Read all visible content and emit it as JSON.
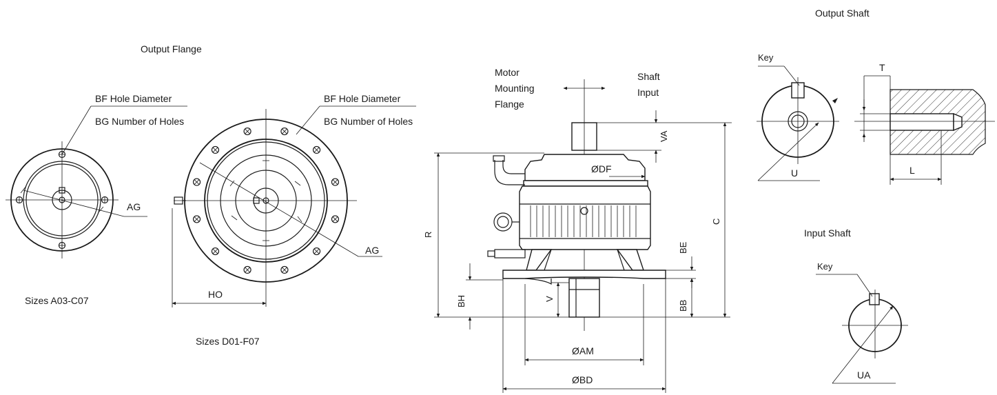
{
  "titles": {
    "output_flange": "Output Flange",
    "output_shaft": "Output Shaft",
    "input_shaft": "Input Shaft"
  },
  "small_flange": {
    "hole_diameter": "BF Hole Diameter",
    "number_of_holes": "BG Number of Holes",
    "ag": "AG",
    "sizes": "Sizes A03-C07"
  },
  "large_flange": {
    "hole_diameter": "BF Hole Diameter",
    "number_of_holes": "BG Number of Holes",
    "ag": "AG",
    "ho": "HO",
    "sizes": "Sizes D01-F07"
  },
  "side_view": {
    "motor_mounting_flange": [
      "Motor",
      "Mounting",
      "Flange"
    ],
    "shaft_input": [
      "Shaft",
      "Input"
    ],
    "va": "VA",
    "df": "ØDF",
    "r": "R",
    "c": "C",
    "be": "BE",
    "bh": "BH",
    "v": "V",
    "bb": "BB",
    "am": "ØAM",
    "bd": "ØBD"
  },
  "output_shaft": {
    "key": "Key",
    "u": "U",
    "t": "T",
    "l": "L"
  },
  "input_shaft": {
    "key": "Key",
    "ua": "UA"
  }
}
